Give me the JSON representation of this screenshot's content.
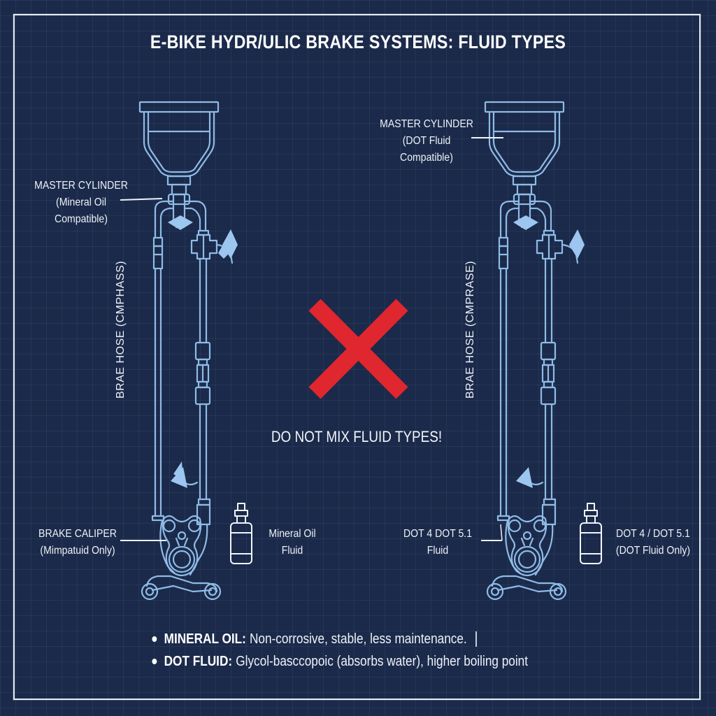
{
  "title": "E-BIKE HYDR/ULIC BRAKE SYSTEMS: FLUID TYPES",
  "colors": {
    "background": "#1b2a4a",
    "line_art": "#8fbbe6",
    "accent_fill": "#9cc6ef",
    "warning_x": "#e0262e",
    "text": "#eef2f8"
  },
  "left_system": {
    "fluid": "Mineral Oil",
    "master_cylinder_label": {
      "line1": "MASTER CYLINDER",
      "line2": "(Mineral Oil",
      "line3": "Compatible)"
    },
    "hose_label": "BRAE HOSE  (CMPHASS)",
    "caliper_label": {
      "line1": "BRAKE CALIPER",
      "line2": "(Mimpatuid Only)"
    },
    "bottle_label": {
      "line1": "Mineral Oil",
      "line2": "Fluid"
    }
  },
  "right_system": {
    "fluid": "DOT",
    "master_cylinder_label": {
      "line1": "MASTER CYLINDER",
      "line2": "(DOT Fluid",
      "line3": "Compatible)"
    },
    "hose_label": "BRAE HOSE  (CMPRASE)",
    "caliper_label": {
      "line1": "DOT 4 DOT 5.1",
      "line2": "Fluid"
    },
    "bottle_label": {
      "line1": "DOT 4 / DOT 5.1",
      "line2": "(DOT Fluid Only)"
    }
  },
  "center": {
    "icon": "red-x-icon",
    "warning": "DO NOT MIX FLUID TYPES!"
  },
  "notes": [
    {
      "key": "MINERAL OIL:",
      "text": "Non-corrosive, stable, less maintenance."
    },
    {
      "key": "DOT FLUID:",
      "text": "Glycol-basccopoic (absorbs water), higher boiling point"
    }
  ]
}
